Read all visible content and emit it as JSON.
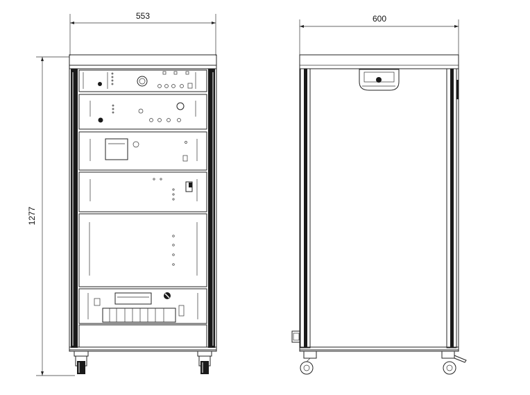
{
  "dimensions": {
    "front_width": "553",
    "side_depth": "600",
    "height": "1277"
  },
  "colors": {
    "line": "#222222",
    "frame_dark": "#1a1a1a",
    "background": "#ffffff"
  }
}
